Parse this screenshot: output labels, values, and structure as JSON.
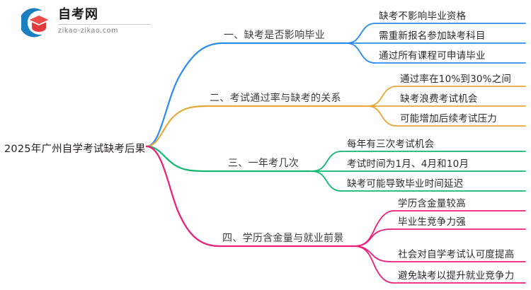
{
  "logo": {
    "name_cn": "自考网",
    "name_en": "zikao-zikao.com",
    "mark_icon": "graduation-cap-icon",
    "arc_color": "#1a7fc1",
    "cap_color": "#e03a3a"
  },
  "mindmap": {
    "root": {
      "label": "2025年广州自学考试缺考后果"
    },
    "branches": [
      {
        "label": "一、缺考是否影响毕业",
        "color": "#2b8cf0",
        "children": [
          {
            "label": "缺考不影响毕业资格"
          },
          {
            "label": "需重新报名参加缺考科目"
          },
          {
            "label": "通过所有课程可申请毕业"
          }
        ]
      },
      {
        "label": "二、考试通过率与缺考的关系",
        "color": "#e8a838",
        "children": [
          {
            "label": "通过率在10%到30%之间"
          },
          {
            "label": "缺考浪费考试机会"
          },
          {
            "label": "可能增加后续考试压力"
          }
        ]
      },
      {
        "label": "三、一年考几次",
        "color": "#13b871",
        "children": [
          {
            "label": "每年有三次考试机会"
          },
          {
            "label": "考试时间为1月、4月和10月"
          },
          {
            "label": "缺考可能导致毕业时间延迟"
          }
        ]
      },
      {
        "label": "四、学历含金量与就业前景",
        "color": "#ec1e79",
        "children": [
          {
            "label": "学历含金量较高"
          },
          {
            "label": "毕业生竞争力强"
          },
          {
            "label": "社会对自学考试认可度提高"
          },
          {
            "label": "避免缺考以提升就业竞争力"
          }
        ]
      }
    ]
  }
}
